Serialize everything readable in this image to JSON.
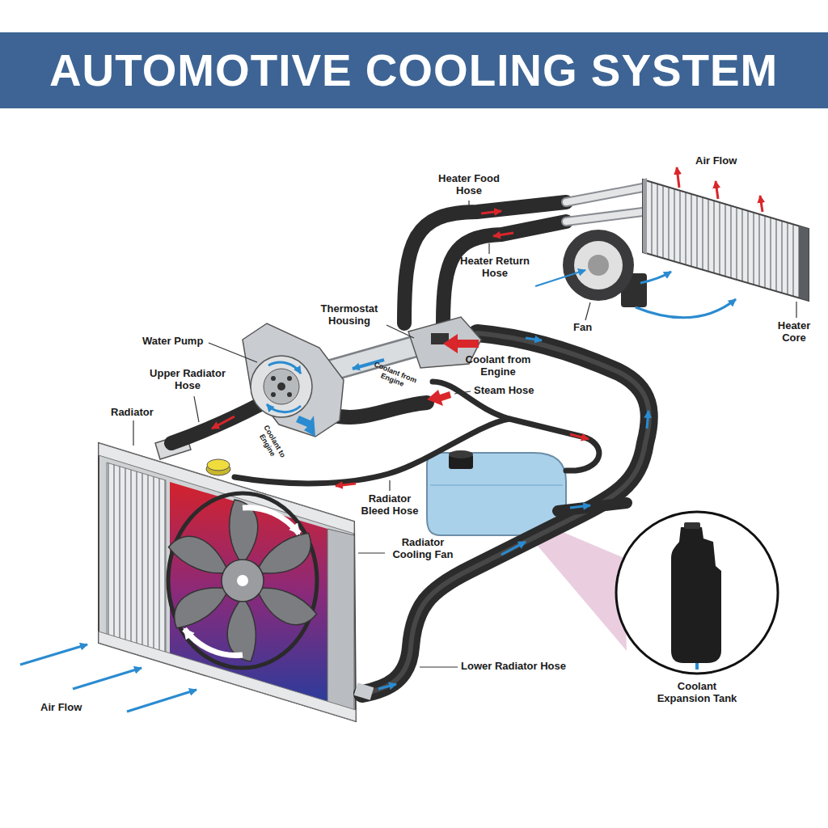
{
  "diagram": {
    "title": "AUTOMOTIVE COOLING SYSTEM",
    "labels": [
      "Heater Food Hose",
      "Air Flow",
      "Heater Return Hose",
      "Thermostat Housing",
      "Water Pump",
      "Fan",
      "Heater Core",
      "Coolant from Engine",
      "Upper Radiator Hose",
      "Coolant from Engine",
      "Steam Hose",
      "Radiator",
      "Coolant to Engine",
      "Radiator Bleed Hose",
      "Radiator Cooling Fan",
      "Lower Radiator Hose",
      "Air Flow",
      "Coolant Expansion Tank"
    ]
  }
}
